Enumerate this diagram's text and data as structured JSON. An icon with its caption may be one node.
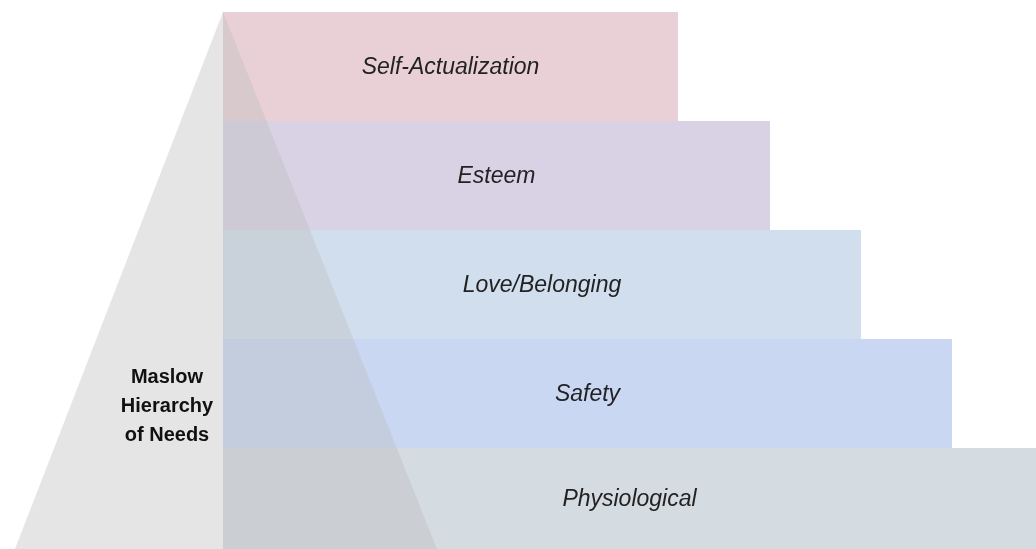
{
  "diagram": {
    "nodes": [
      {
        "text": [
          "Self-Actualization"
        ]
      },
      {
        "text": [
          "Esteem"
        ]
      },
      {
        "text": [
          "Love/Belonging"
        ]
      },
      {
        "text": [
          "Safety"
        ]
      },
      {
        "text": [
          "Physiological"
        ]
      },
      {
        "text": [
          "Maslow Hierarchy of Needs"
        ]
      }
    ]
  }
}
